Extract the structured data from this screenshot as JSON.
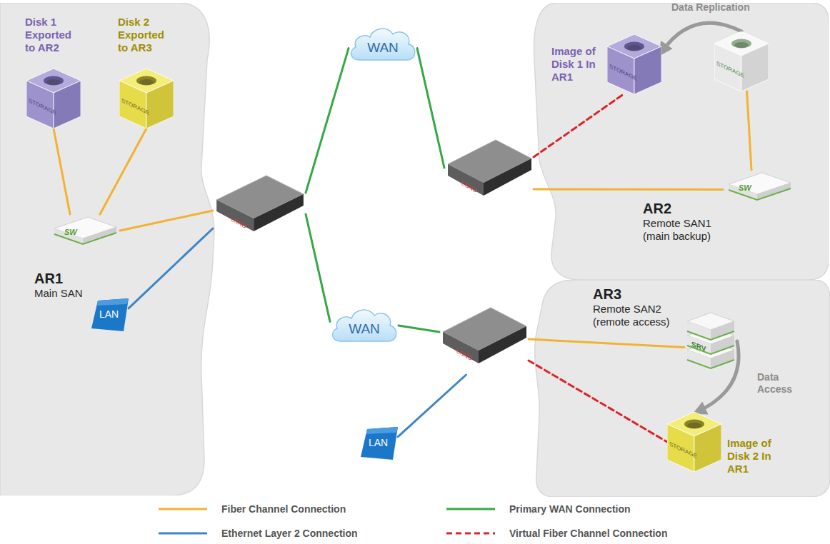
{
  "diagram": {
    "nodes": [
      {
        "text": [
          "AR1",
          "Main SAN"
        ]
      },
      {
        "text": [
          "Disk 1 Exported to AR2",
          "STORAGE"
        ],
        "in": 0
      },
      {
        "text": [
          "Disk 2 Exported to AR3",
          "STORAGE"
        ],
        "in": 0
      },
      {
        "text": [
          "SW"
        ],
        "in": 0
      },
      {
        "text": [
          "LAN"
        ],
        "in": 0
      },
      {
        "text": [
          "LSND"
        ]
      },
      {
        "text": [
          "WAN"
        ]
      },
      {
        "text": [
          "WAN"
        ]
      },
      {
        "text": [
          "LSND"
        ]
      },
      {
        "text": [
          "AR2",
          "Remote SAN1 (main backup)"
        ]
      },
      {
        "text": [
          "Image of Disk 1 In AR1",
          "STORAGE"
        ],
        "in": 9
      },
      {
        "text": [
          "STORAGE"
        ],
        "in": 9
      },
      {
        "text": [
          "SW"
        ],
        "in": 9
      },
      {
        "text": [
          "AR3",
          "Remote SAN2 (remote access)"
        ]
      },
      {
        "text": [
          "SRV"
        ],
        "in": 13
      },
      {
        "text": [
          "Image of Disk 2 In AR1",
          "STORAGE"
        ],
        "in": 13
      },
      {
        "text": [
          "LSND"
        ]
      },
      {
        "text": [
          "LAN"
        ]
      }
    ],
    "edges": [
      {
        "from": 1,
        "to": 3,
        "arrow": "none"
      },
      {
        "from": 2,
        "to": 3,
        "arrow": "none"
      },
      {
        "from": 3,
        "to": 5,
        "arrow": "none"
      },
      {
        "from": 4,
        "to": 5,
        "arrow": "none"
      },
      {
        "from": 5,
        "to": 6,
        "arrow": "none"
      },
      {
        "from": 6,
        "to": 8,
        "arrow": "none"
      },
      {
        "from": 5,
        "to": 7,
        "arrow": "none"
      },
      {
        "from": 7,
        "to": 16,
        "arrow": "none"
      },
      {
        "from": 8,
        "to": 10,
        "arrow": "none"
      },
      {
        "from": 8,
        "to": 12,
        "arrow": "none"
      },
      {
        "from": 12,
        "to": 11,
        "arrow": "none"
      },
      {
        "from": 11,
        "to": 10,
        "arrow": "to",
        "label": "Data Replication"
      },
      {
        "from": 16,
        "to": 14,
        "arrow": "none"
      },
      {
        "from": 16,
        "to": 17,
        "arrow": "none"
      },
      {
        "from": 16,
        "to": 15,
        "arrow": "none"
      },
      {
        "from": 14,
        "to": 15,
        "arrow": "to",
        "label": "Data Access"
      }
    ],
    "legend": [
      {
        "text": "Fiber Channel Connection"
      },
      {
        "text": "Ethernet Layer 2 Connection"
      },
      {
        "text": "Primary WAN Connection"
      },
      {
        "text": "Virtual Fiber Channel Connection"
      }
    ]
  }
}
